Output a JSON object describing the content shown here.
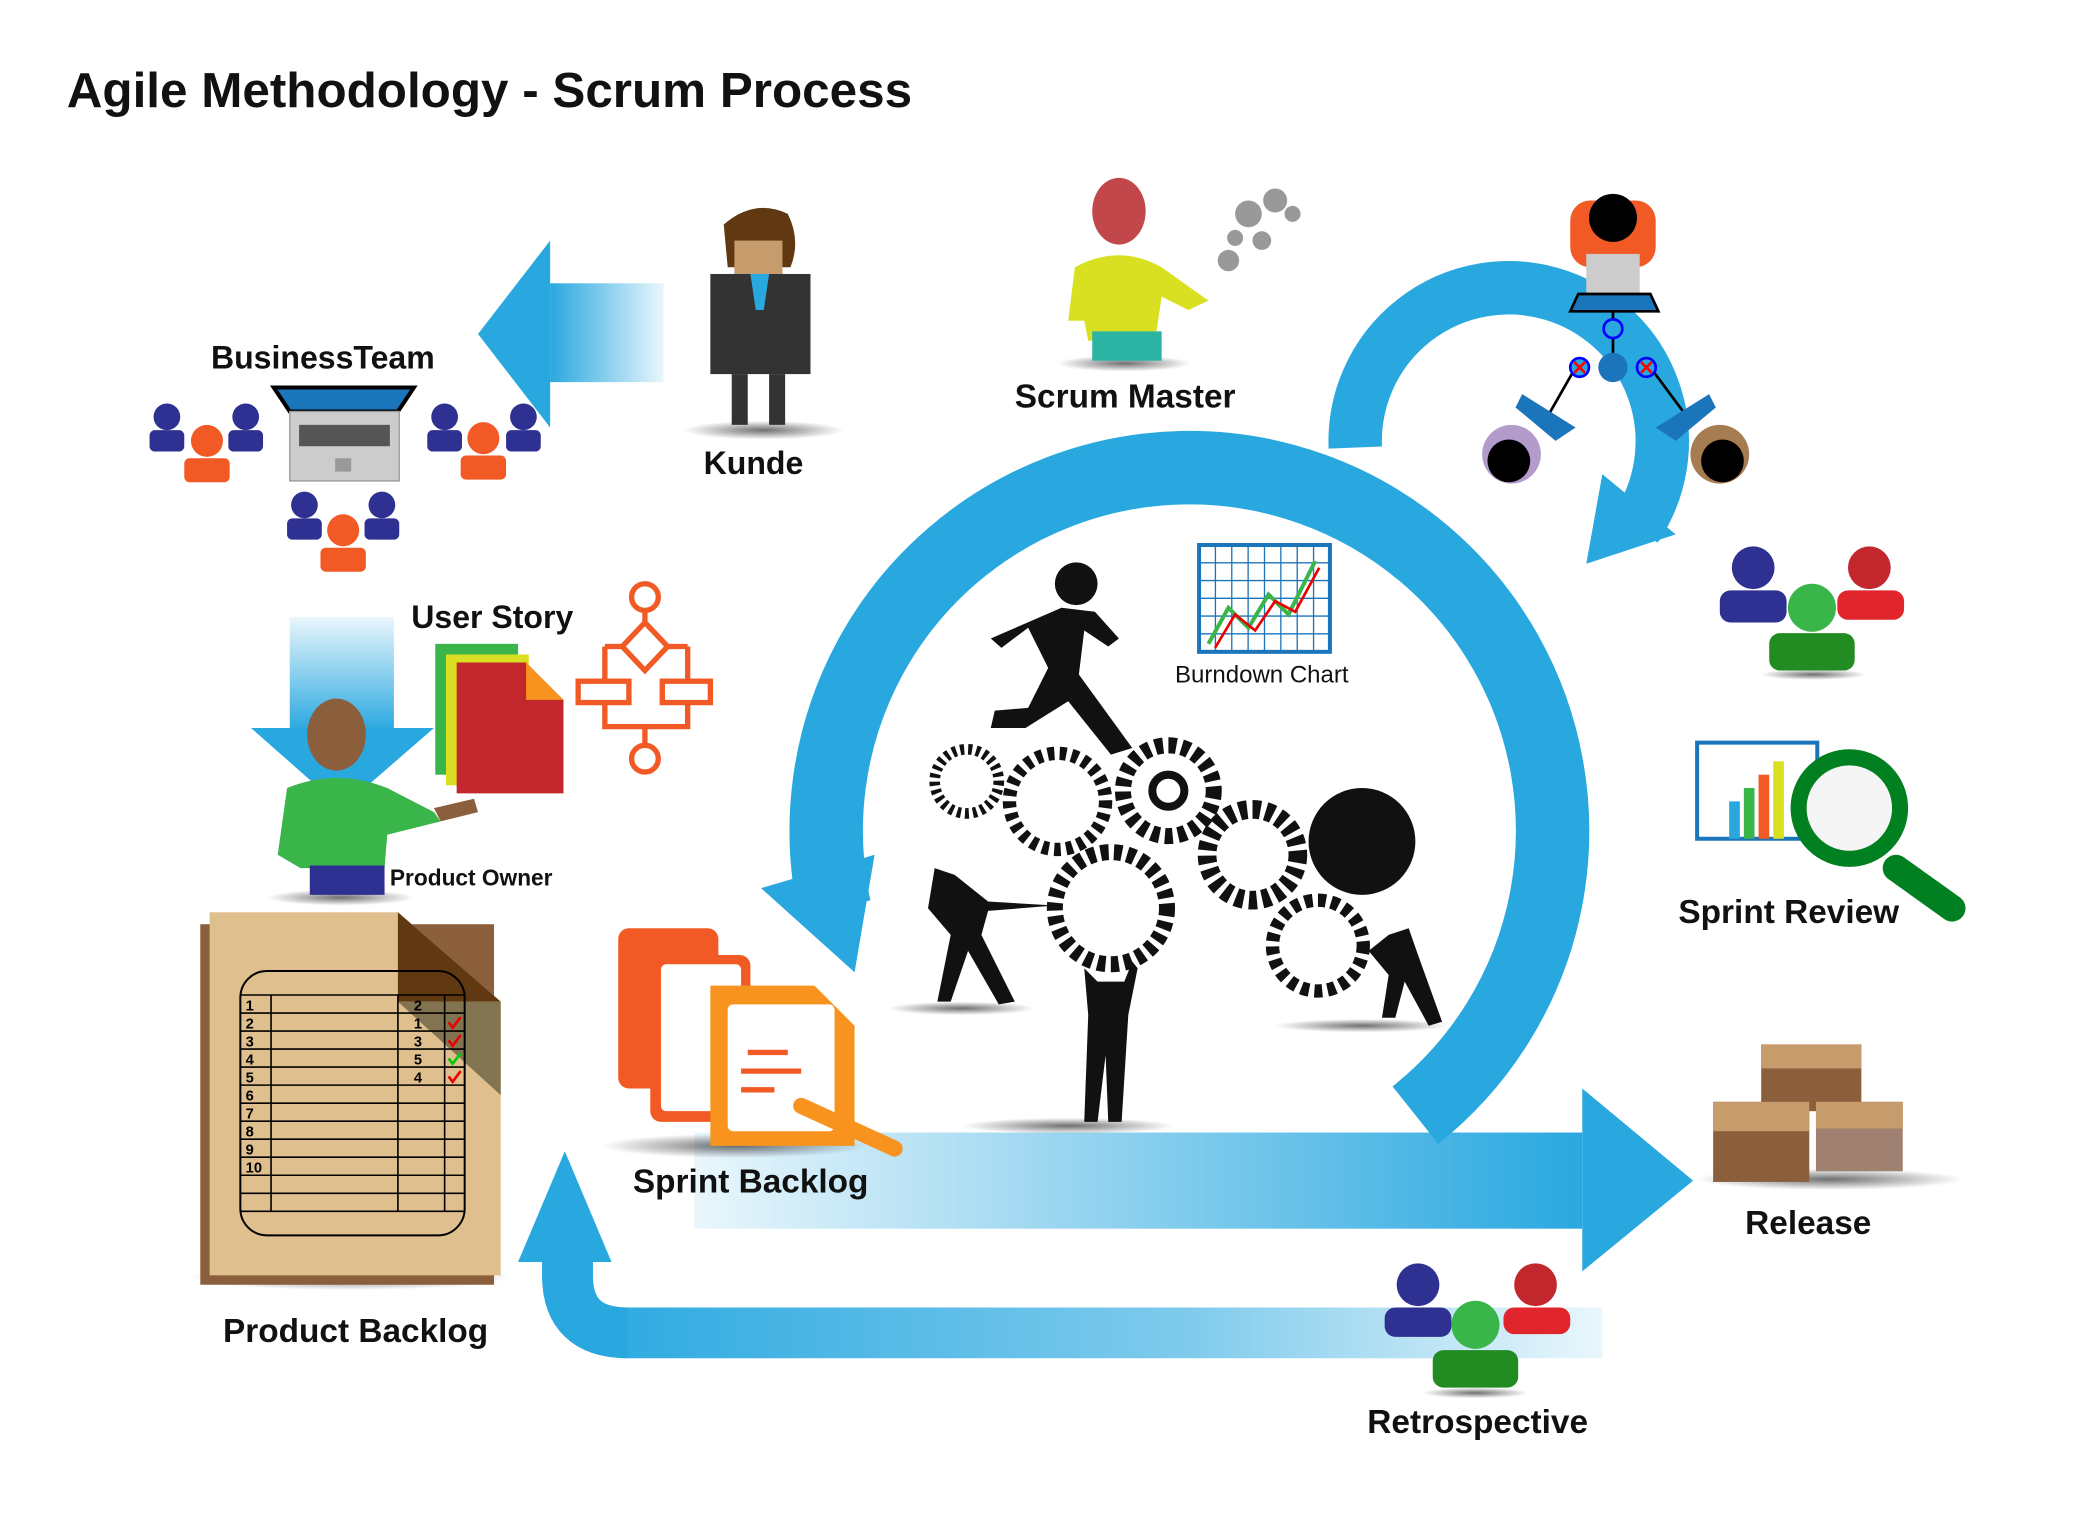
{
  "title": "Agile Methodology - Scrum Process",
  "labels": {
    "business_team": "BusinessTeam",
    "kunde": "Kunde",
    "scrum_master": "Scrum Master",
    "user_story": "User Story",
    "product_owner": "Product Owner",
    "burndown_chart": "Burndown Chart",
    "sprint_review": "Sprint Review",
    "release": "Release",
    "sprint_backlog": "Sprint Backlog",
    "product_backlog": "Product Backlog",
    "retrospective": "Retrospective"
  },
  "product_backlog_table": {
    "row_numbers": [
      "1",
      "2",
      "3",
      "4",
      "5",
      "6",
      "7",
      "8",
      "9",
      "10"
    ],
    "priorities": [
      "2",
      "1",
      "3",
      "5",
      "4"
    ]
  },
  "colors": {
    "arrow_blue": "#29a8e0",
    "orange": "#f15a24",
    "navy": "#2e3192",
    "paper": "#dfbf8e"
  }
}
